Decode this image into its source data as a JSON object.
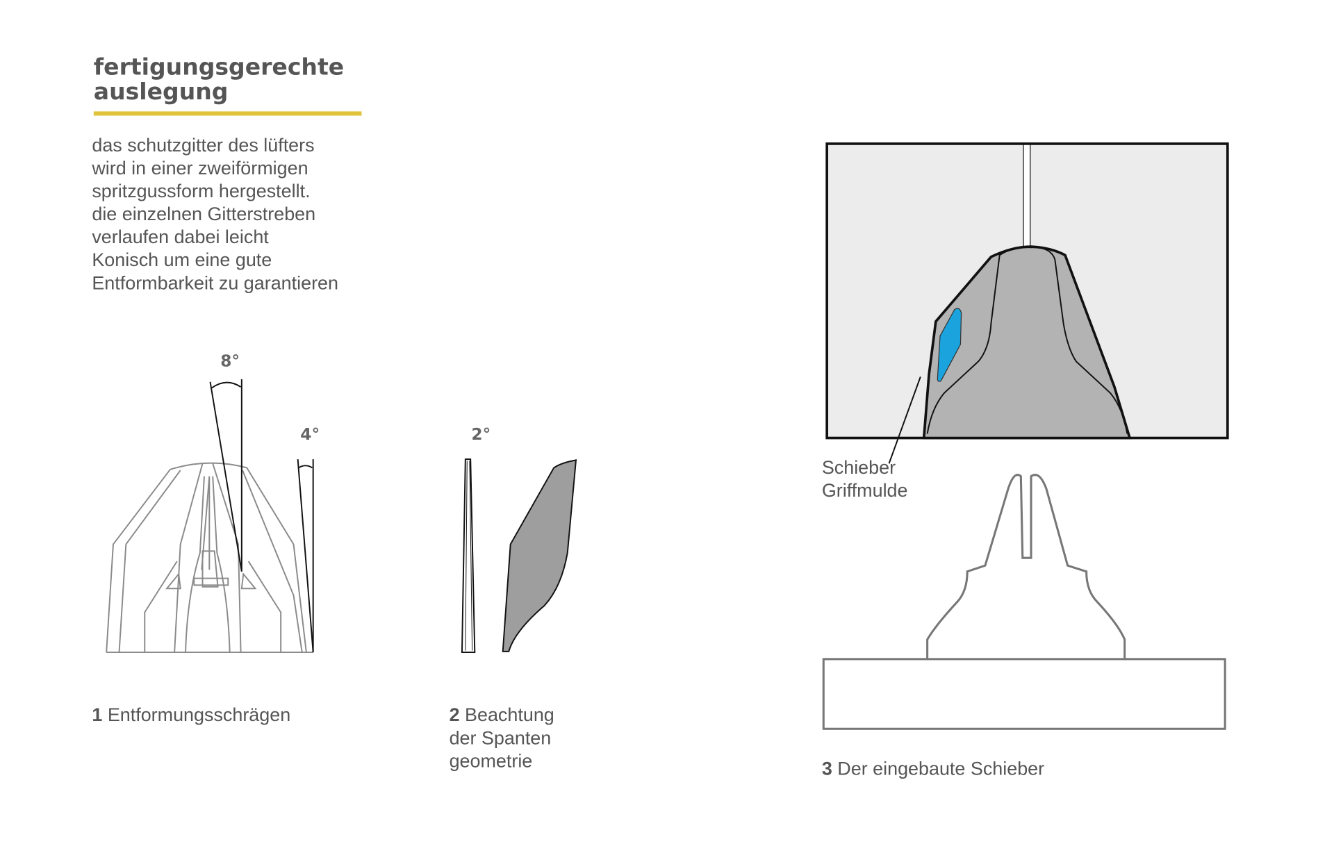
{
  "heading": {
    "line1": "fertigungsgerechte",
    "line2": "auslegung"
  },
  "accent_color": "#e0c33a",
  "body_lines": [
    "das schutzgitter des lüfters",
    "wird in einer zweiförmigen",
    "spritzgussform hergestellt.",
    "die einzelnen Gitterstreben",
    "verlaufen dabei leicht",
    "Konisch um eine gute",
    "Entformbarkeit zu garantieren"
  ],
  "figure1": {
    "angle_top": "8°",
    "angle_side": "4°",
    "number": "1",
    "caption": "Entformungsschrägen"
  },
  "figure2": {
    "angle": "2°",
    "number": "2",
    "caption_lines": [
      "Beachtung",
      "der Spanten",
      "geometrie"
    ]
  },
  "figure3": {
    "label_lines": [
      "Schieber",
      "Griffmulde"
    ],
    "number": "3",
    "caption": "Der eingebaute Schieber",
    "highlight_color": "#1aa3dc"
  }
}
